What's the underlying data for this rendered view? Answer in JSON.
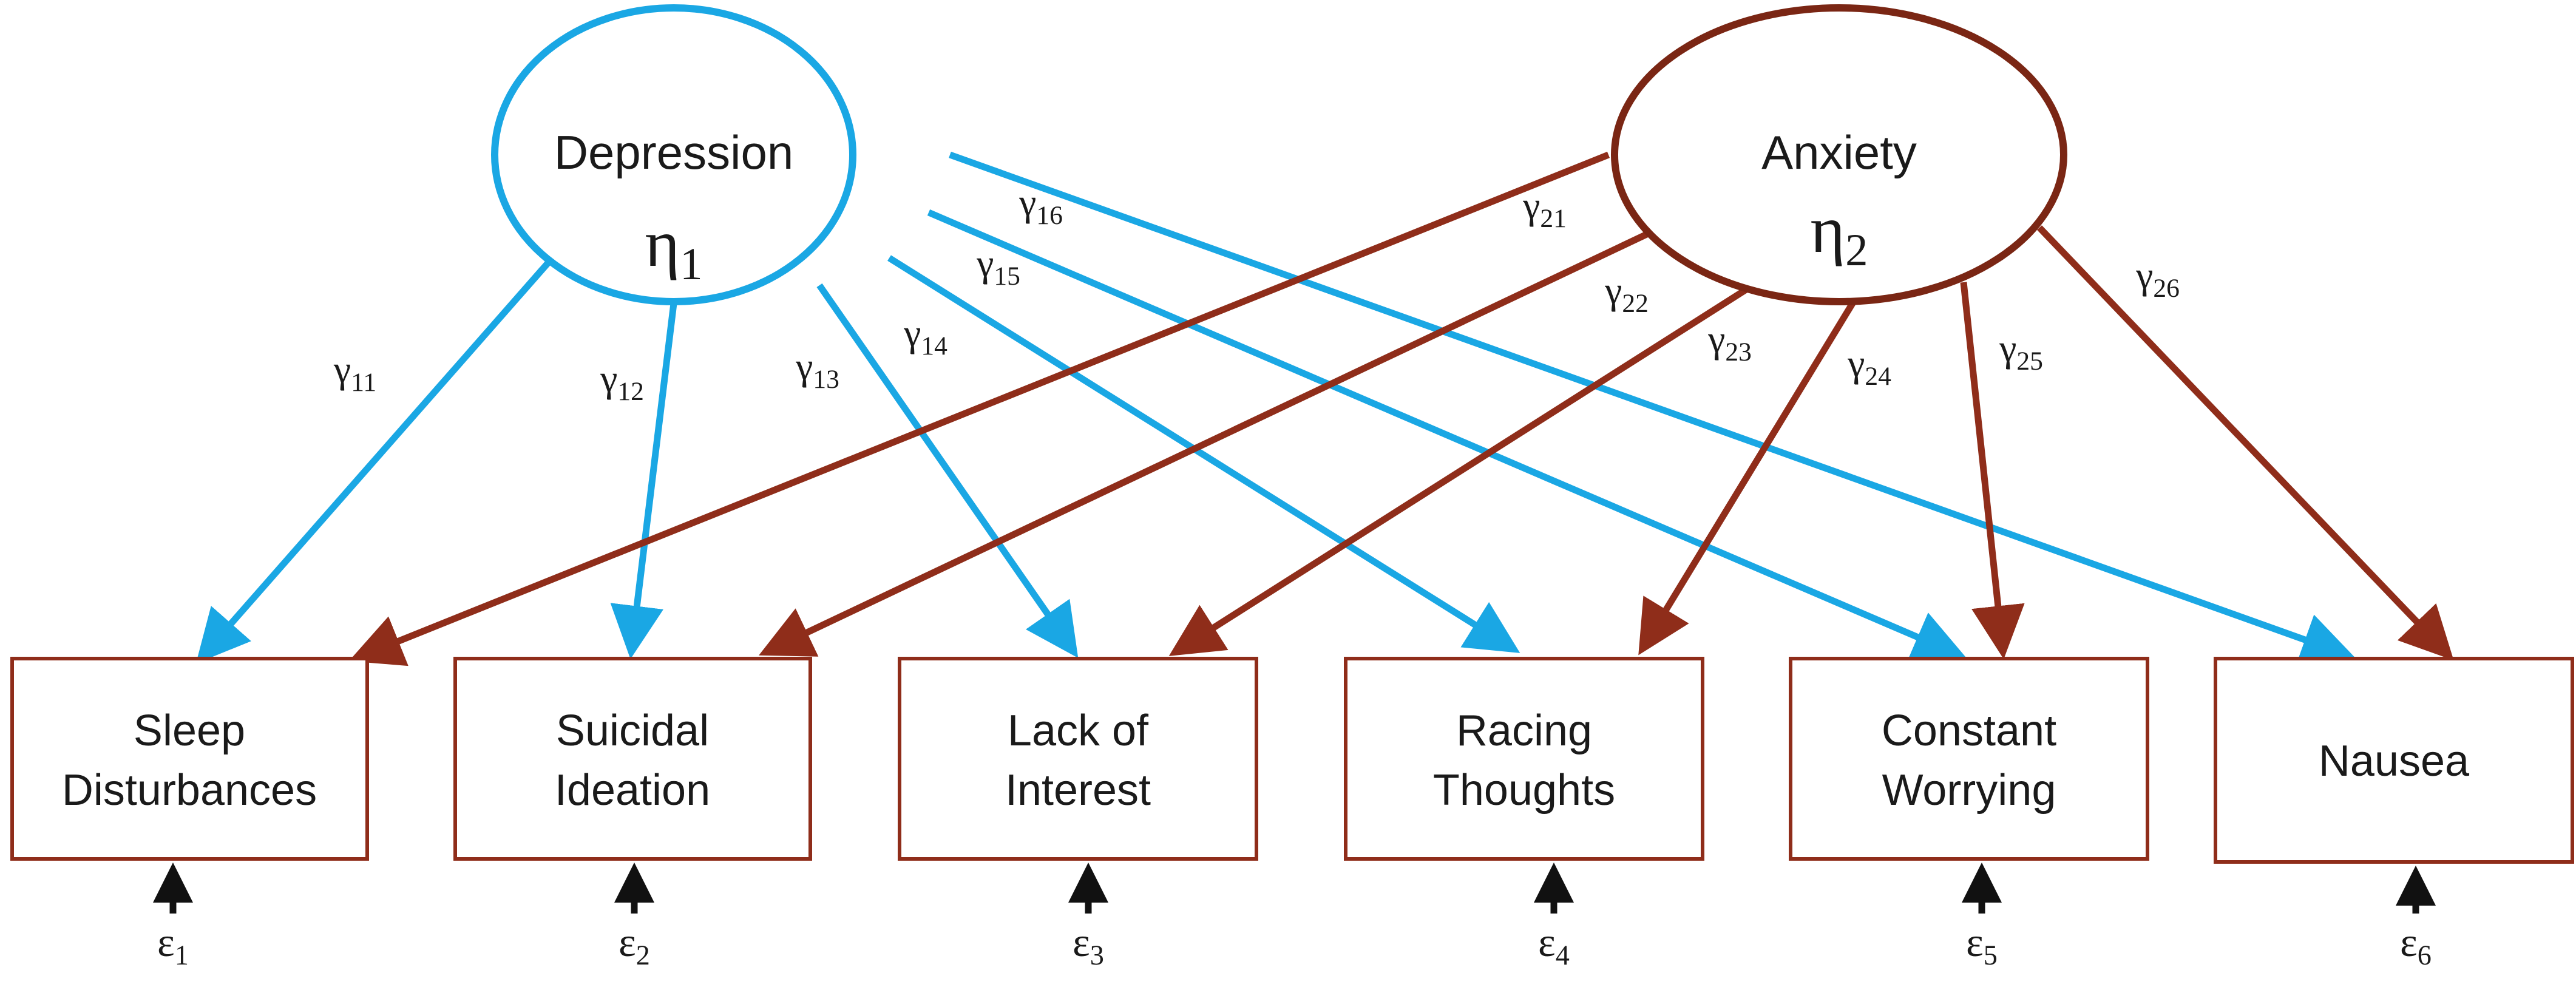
{
  "colors": {
    "depression": "#1aa7e4",
    "anxiety": "#8f2d1a",
    "anxiety_ellipse": "#7a2614",
    "indicator_border": "#8f2d1a",
    "error_arrow": "#111111",
    "text": "#1a1a1a"
  },
  "latents": [
    {
      "name": "Depression",
      "symbol": "η",
      "sub": "1"
    },
    {
      "name": "Anxiety",
      "symbol": "η",
      "sub": "2"
    }
  ],
  "indicators": [
    {
      "line1": "Sleep",
      "line2": "Disturbances",
      "error": "ε",
      "error_sub": "1"
    },
    {
      "line1": "Suicidal",
      "line2": "Ideation",
      "error": "ε",
      "error_sub": "2"
    },
    {
      "line1": "Lack of",
      "line2": "Interest",
      "error": "ε",
      "error_sub": "3"
    },
    {
      "line1": "Racing",
      "line2": "Thoughts",
      "error": "ε",
      "error_sub": "4"
    },
    {
      "line1": "Constant",
      "line2": "Worrying",
      "error": "ε",
      "error_sub": "5"
    },
    {
      "line1": "Nausea",
      "line2": "",
      "error": "ε",
      "error_sub": "6"
    }
  ],
  "paths": [
    {
      "from": 0,
      "to": 0,
      "label": "γ",
      "sub": "11"
    },
    {
      "from": 0,
      "to": 1,
      "label": "γ",
      "sub": "12"
    },
    {
      "from": 0,
      "to": 2,
      "label": "γ",
      "sub": "13"
    },
    {
      "from": 0,
      "to": 3,
      "label": "γ",
      "sub": "14"
    },
    {
      "from": 0,
      "to": 4,
      "label": "γ",
      "sub": "15"
    },
    {
      "from": 0,
      "to": 5,
      "label": "γ",
      "sub": "16"
    },
    {
      "from": 1,
      "to": 0,
      "label": "γ",
      "sub": "21"
    },
    {
      "from": 1,
      "to": 1,
      "label": "γ",
      "sub": "22"
    },
    {
      "from": 1,
      "to": 2,
      "label": "γ",
      "sub": "23"
    },
    {
      "from": 1,
      "to": 3,
      "label": "γ",
      "sub": "24"
    },
    {
      "from": 1,
      "to": 4,
      "label": "γ",
      "sub": "25"
    },
    {
      "from": 1,
      "to": 5,
      "label": "γ",
      "sub": "26"
    }
  ]
}
